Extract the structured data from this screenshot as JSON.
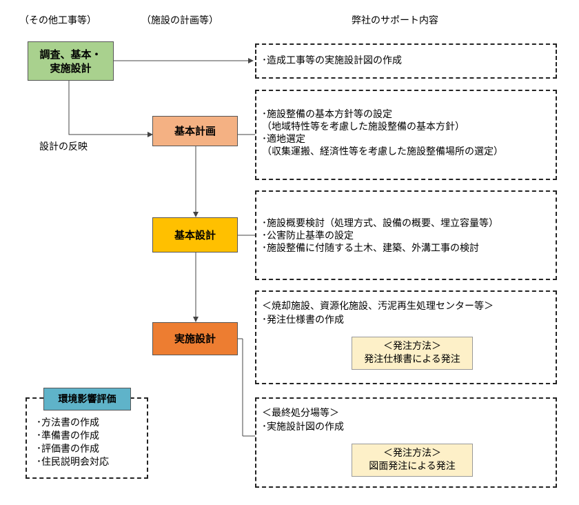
{
  "headers": {
    "other_works": "（その他工事等）",
    "facility_plan": "（施設の計画等）",
    "support": "弊社のサポート内容"
  },
  "boxes": {
    "survey": [
      "調査、基本・",
      "実施設計"
    ],
    "basic_plan": "基本計画",
    "basic_design": "基本設計",
    "detailed_design": "実施設計",
    "env_assessment": "環境影響評価"
  },
  "feedback_label": "設計の反映",
  "support": {
    "survey": [
      "･造成工事等の実施設計図の作成"
    ],
    "basic_plan": [
      "･施設整備の基本方針等の設定",
      "（地域特性等を考慮した施設整備の基本方針）",
      "･適地選定",
      "（収集運搬、経済性等を考慮した施設整備場所の選定）"
    ],
    "basic_design": [
      "･施設概要検討（処理方式、設備の概要、埋立容量等）",
      "･公害防止基準の設定",
      "･施設整備に付随する土木、建築、外溝工事の検討"
    ],
    "detailed_a": {
      "lines": [
        "＜焼却施設、資源化施設、汚泥再生処理センター等＞",
        "･発注仕様書の作成"
      ],
      "method": [
        "＜発注方法＞",
        "発注仕様書による発注"
      ]
    },
    "detailed_b": {
      "lines": [
        "＜最終処分場等＞",
        "･実施設計図の作成"
      ],
      "method": [
        "＜発注方法＞",
        "図面発注による発注"
      ]
    },
    "env_items": [
      "･方法書の作成",
      "･準備書の作成",
      "･評価書の作成",
      "･住民説明会対応"
    ]
  },
  "colors": {
    "survey": "#a9d18e",
    "basic_plan": "#f4b183",
    "basic_design": "#ffc000",
    "detailed_design": "#ed7d31",
    "env_assessment": "#5fb3c9"
  }
}
